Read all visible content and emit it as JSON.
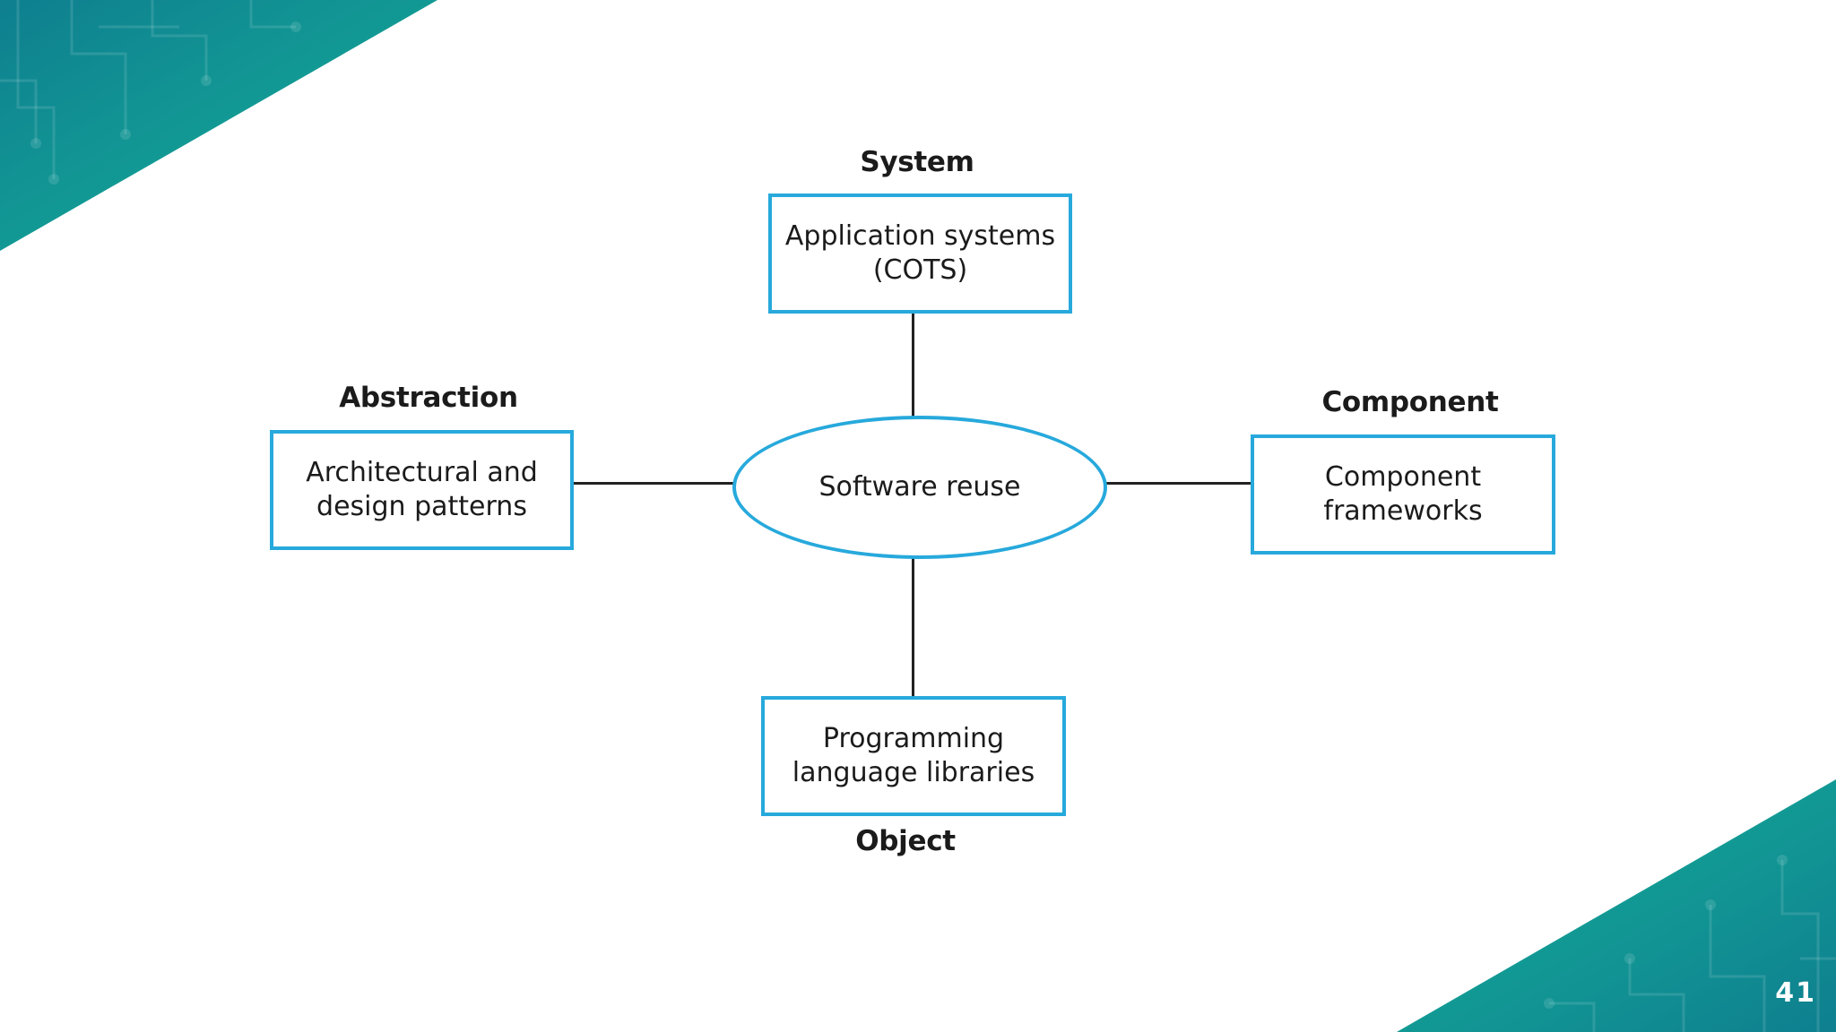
{
  "slide": {
    "accent_colors": {
      "corner_dark": "#0e7f8f",
      "corner_light": "#17b39a",
      "box_border": "#27a9dc"
    },
    "page_number": "41"
  },
  "diagram": {
    "center": {
      "label": "Software reuse"
    },
    "nodes": {
      "top": {
        "heading": "System",
        "label": "Application systems\n(COTS)"
      },
      "left": {
        "heading": "Abstraction",
        "label": "Architectural and\ndesign patterns"
      },
      "right": {
        "heading": "Component",
        "label": "Component\nframeworks"
      },
      "bottom": {
        "heading": "Object",
        "label": "Programming\nlanguage libraries"
      }
    }
  }
}
